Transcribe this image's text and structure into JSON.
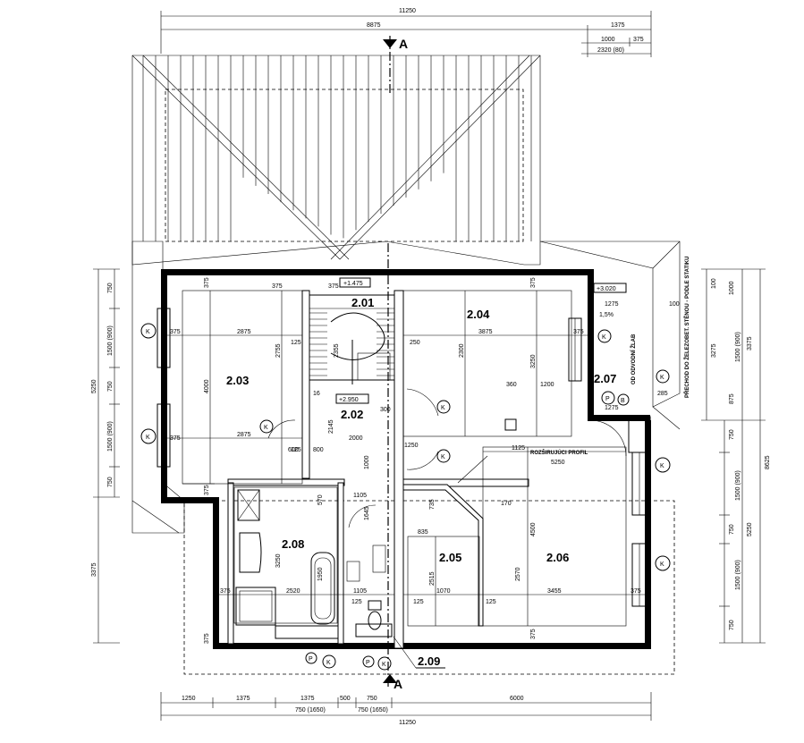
{
  "rooms": {
    "r201": "2.01",
    "r202": "2.02",
    "r203": "2.03",
    "r204": "2.04",
    "r205": "2.05",
    "r206": "2.06",
    "r207": "2.07",
    "r208": "2.08",
    "r209": "2.09"
  },
  "levels": {
    "stair": "+1.475",
    "corridor": "+2.950",
    "terrace": "+3.020"
  },
  "section": {
    "label": "A"
  },
  "notes": {
    "beam": "ROZŠIRUJÚCI PROFIL",
    "vertical_left": "OD ODVODNÍ ŽLAB",
    "vertical_right": "PŘECHOD DO ŽELEZOBET. STĚNOU - PODLE STATIKU"
  },
  "dims_top": {
    "overall": "11250",
    "left": "8875",
    "right": "1375",
    "sub_a": "1000",
    "sub_b": "375",
    "sub_c": "2320 (80)"
  },
  "dims_bottom": {
    "overall": "11250",
    "a": "1250",
    "b": "1375",
    "c": "1375",
    "d": "500",
    "e": "750",
    "f": "6000",
    "g": "750 (1650)",
    "h": "750 (1650)"
  },
  "dims_left": {
    "total": "5250",
    "lower": "3375",
    "d1": "750",
    "d2": "1500 (900)",
    "d3": "750",
    "d4": "1500 (900)",
    "d5": "750"
  },
  "dims_right": {
    "total": "8625",
    "t1": "3375",
    "t2": "5250",
    "r1": "100",
    "r2": "1000",
    "r3": "3275",
    "r4": "1500 (900)",
    "r5": "875",
    "r6": "750",
    "r7": "1500 (900)",
    "r8": "750",
    "r9": "1500 (900)",
    "r10": "750"
  },
  "dims_inner": {
    "w203": "2875",
    "w203b": "2875",
    "h203": "4000",
    "w204": "3875",
    "h204": "2300",
    "h204b": "3250",
    "w206": "3455",
    "h206": "4500",
    "h206b": "2570",
    "w205": "1070",
    "h205": "2515",
    "w208": "2520",
    "h208": "3250",
    "s375": "375",
    "s125": "125",
    "s250": "250",
    "s2755": "2755",
    "s2355": "2355",
    "s1200": "1200",
    "s360": "360",
    "s1275": "1275",
    "s5250": "5250",
    "s1125": "1125",
    "s835": "835",
    "s735": "735",
    "s1105": "1105",
    "s800": "800",
    "s16": "16",
    "s285": "285",
    "s1645": "1645",
    "s570": "570",
    "s1000": "1000",
    "s1950": "1950",
    "s2145": "2145",
    "s600": "600",
    "s300": "300",
    "s2000": "2000",
    "s100": "100",
    "s170": "170",
    "s1250": "1250"
  },
  "labels": {
    "k": "K",
    "b": "B",
    "p": "P",
    "slope": "1,5%"
  }
}
